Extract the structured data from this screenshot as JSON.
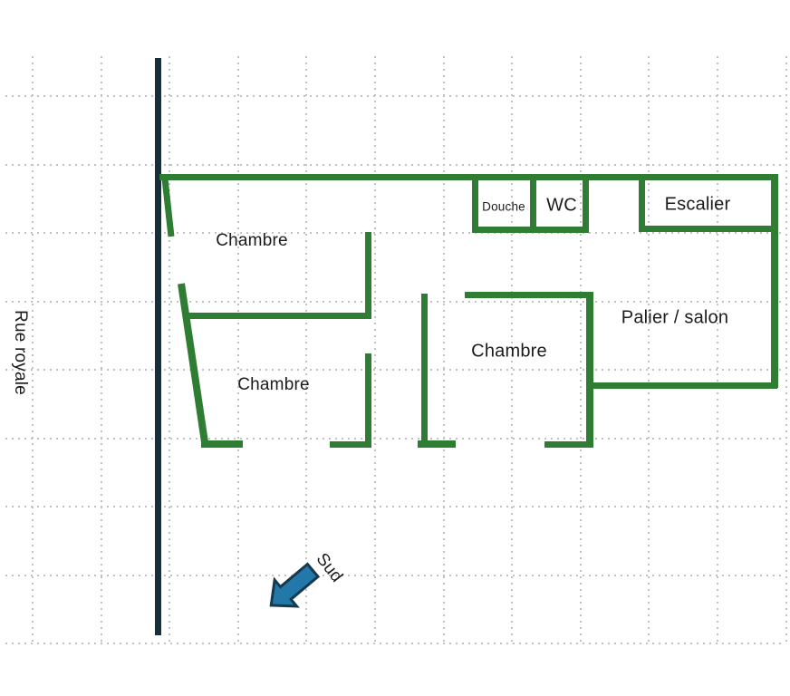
{
  "labels": {
    "street": "Rue royale",
    "room_top_left": "Chambre",
    "room_bottom_left": "Chambre",
    "room_middle": "Chambre",
    "shower": "Douche",
    "toilet": "WC",
    "stairs": "Escalier",
    "landing": "Palier / salon",
    "compass": "Sud"
  },
  "colors": {
    "wall": "#2e7d32",
    "street_line": "#14303e",
    "arrow_fill": "#2278a8",
    "arrow_stroke": "#17394e",
    "label_text": "#1b1b1b",
    "grid_dot": "#c2c2c2"
  }
}
